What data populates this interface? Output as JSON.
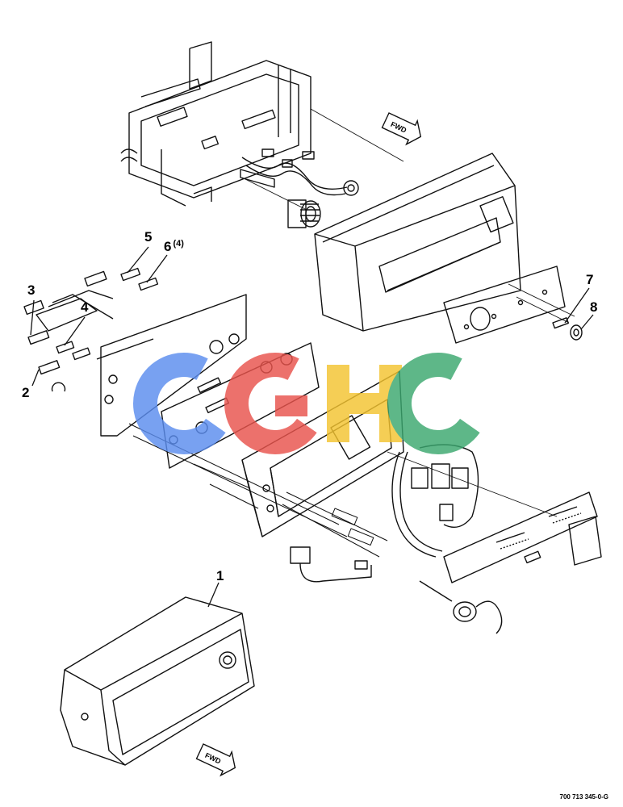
{
  "callouts": [
    {
      "id": "1",
      "label": "1"
    },
    {
      "id": "2",
      "label": "2"
    },
    {
      "id": "3",
      "label": "3"
    },
    {
      "id": "4",
      "label": "4"
    },
    {
      "id": "5",
      "label": "5"
    },
    {
      "id": "6",
      "label": "6",
      "qty": "(4)"
    },
    {
      "id": "7",
      "label": "7"
    },
    {
      "id": "8",
      "label": "8"
    }
  ],
  "fwd_markers": [
    {
      "label": "FWD"
    },
    {
      "label": "FWD"
    }
  ],
  "drawing_number": "700 713 345-0-G",
  "watermark": {
    "letters": [
      "C",
      "G",
      "H",
      "C"
    ],
    "colors": [
      "#5b8def",
      "#e9534c",
      "#f4c430",
      "#3ba86f"
    ]
  }
}
